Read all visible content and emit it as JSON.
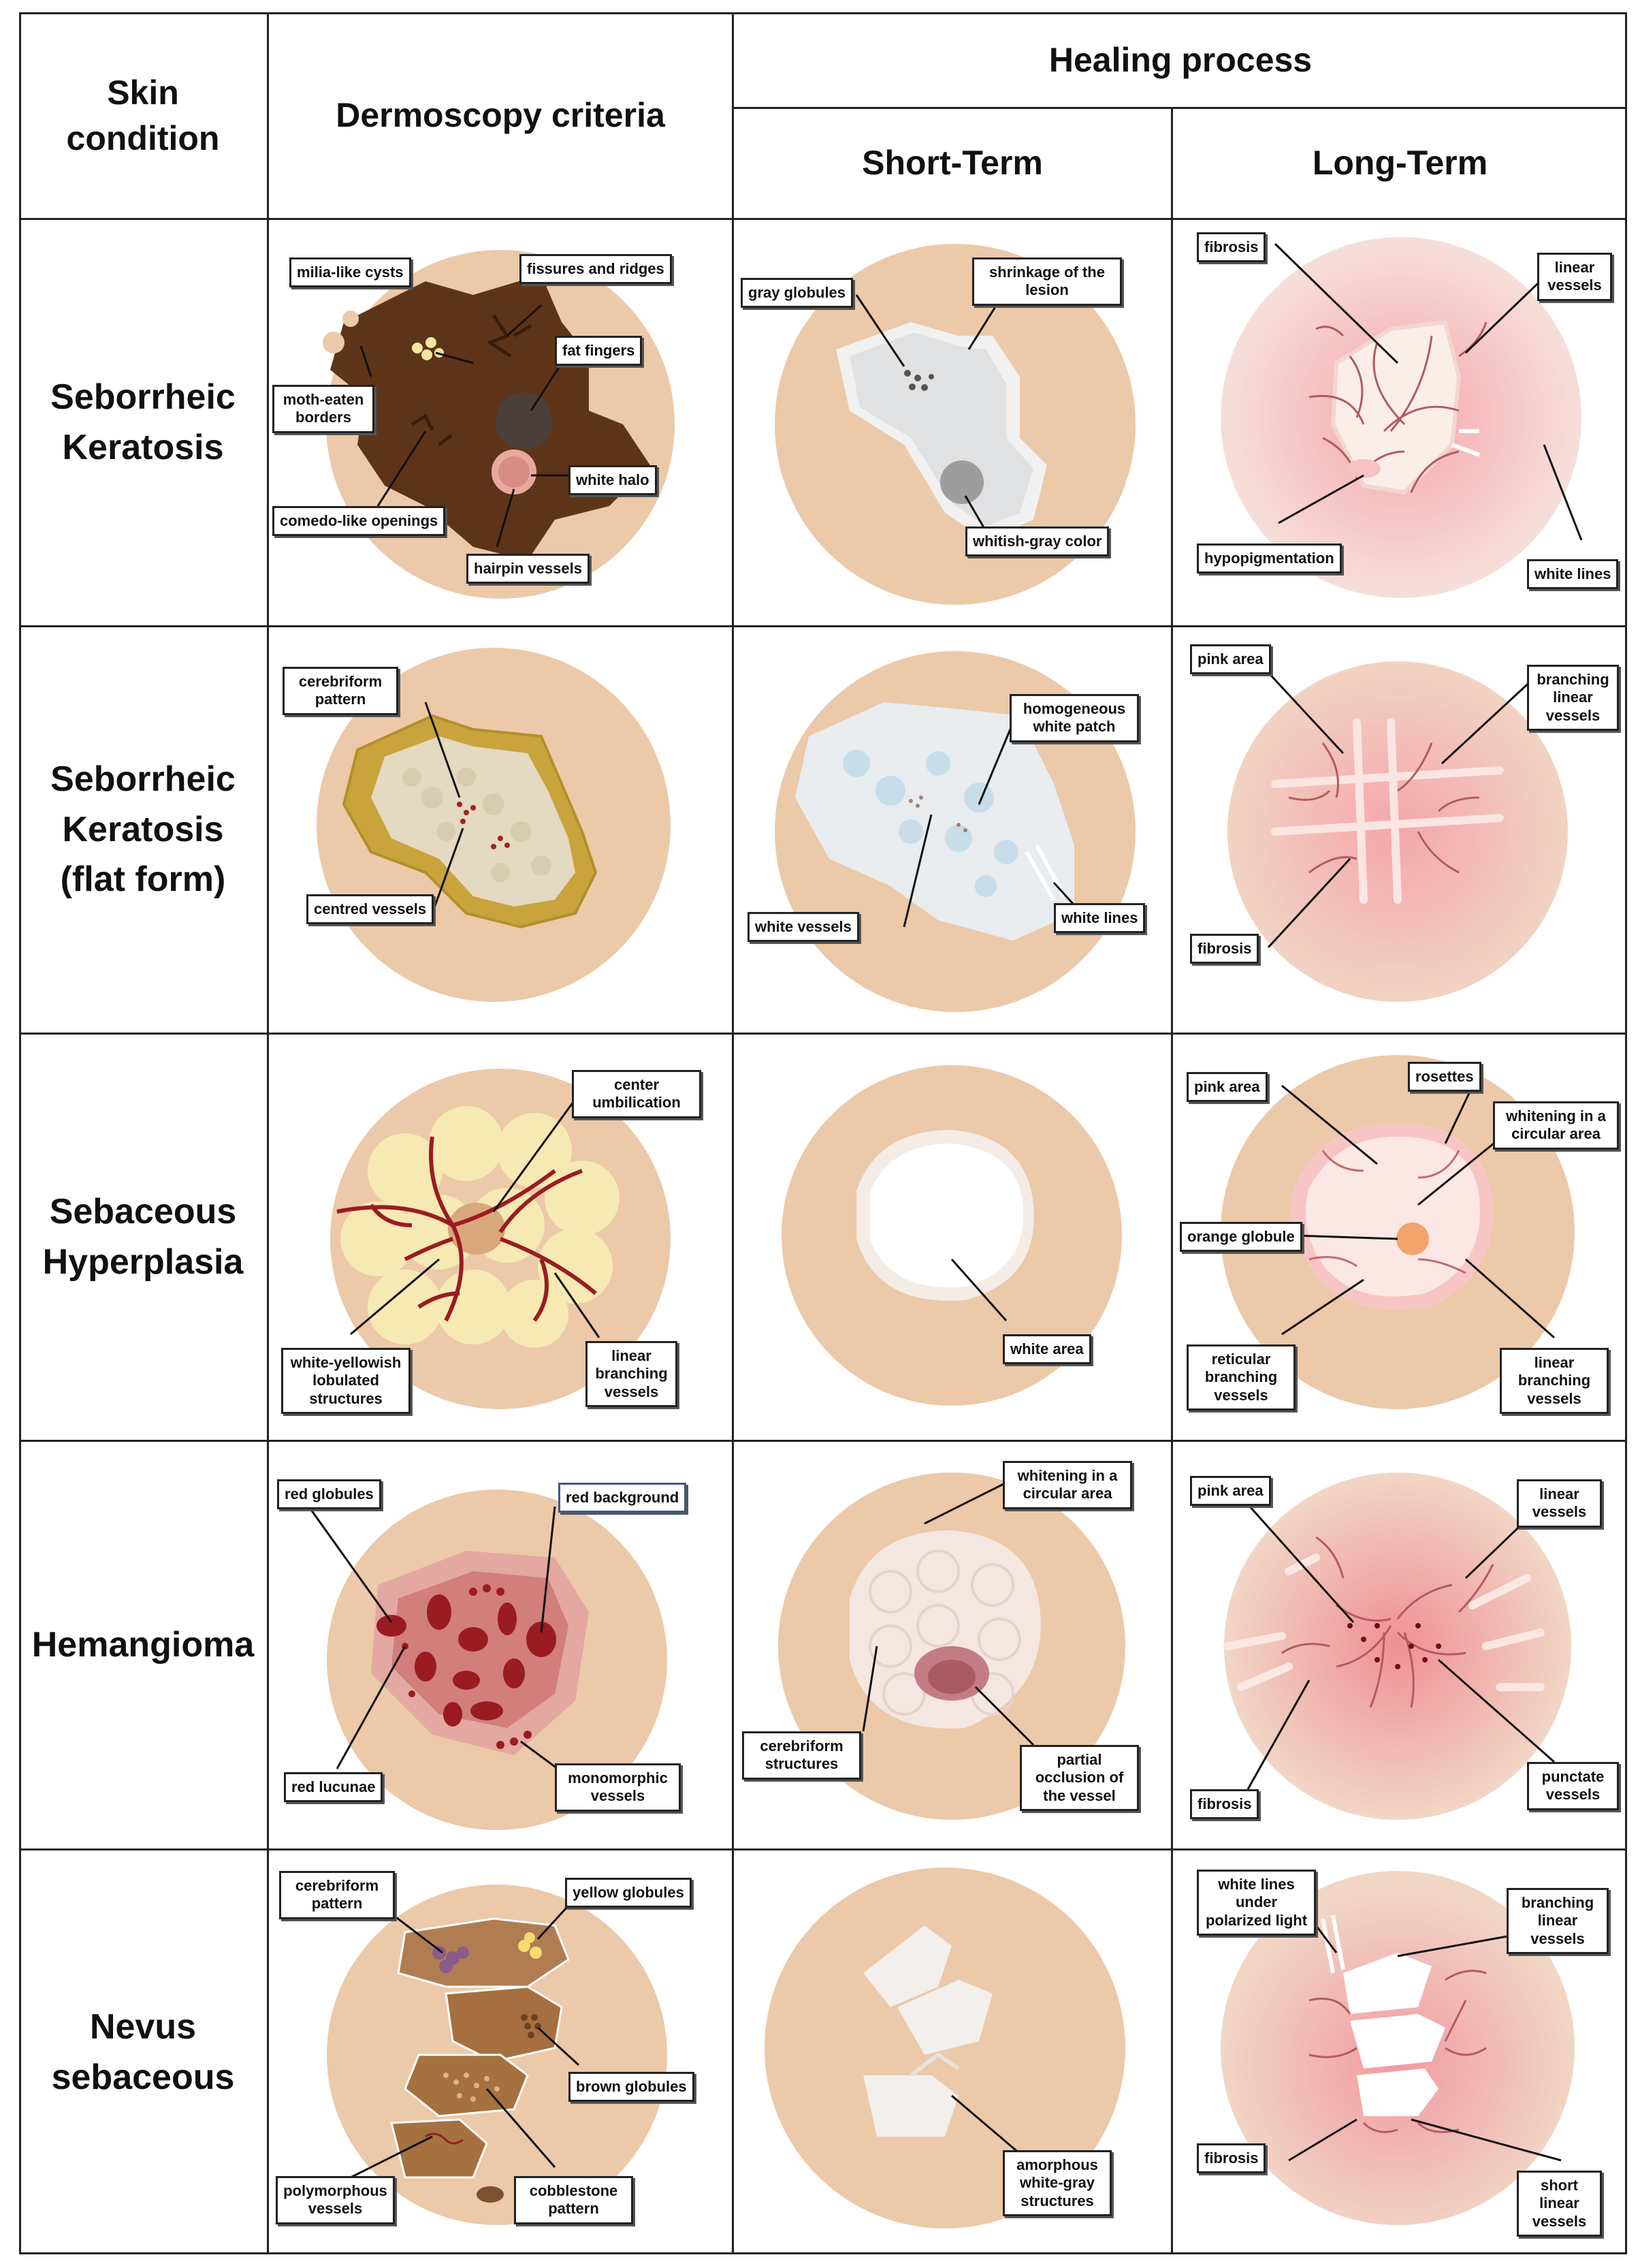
{
  "header": {
    "skin_condition": "Skin condition",
    "dermoscopy": "Dermoscopy criteria",
    "healing": "Healing process",
    "short_term": "Short-Term",
    "long_term": "Long-Term"
  },
  "colors": {
    "skin": "#ecc9a8",
    "border": "#222222",
    "vessel": "#9b1b22",
    "pink": "#f2a0a4"
  },
  "rows": [
    {
      "condition": "Seborrheic Keratosis",
      "dermoscopy": [
        "milia-like cysts",
        "fissures and ridges",
        "moth-eaten borders",
        "fat fingers",
        "white halo",
        "comedo-like openings",
        "hairpin vessels"
      ],
      "short_term": [
        "gray globules",
        "shrinkage of the lesion",
        "whitish-gray color"
      ],
      "long_term": [
        "fibrosis",
        "linear vessels",
        "hypopigmentation",
        "white lines"
      ]
    },
    {
      "condition": "Seborrheic Keratosis (flat form)",
      "dermoscopy": [
        "cerebriform pattern",
        "centred vessels"
      ],
      "short_term": [
        "homogeneous white patch",
        "white vessels",
        "white lines"
      ],
      "long_term": [
        "pink area",
        "branching linear vessels",
        "fibrosis"
      ]
    },
    {
      "condition": "Sebaceous Hyperplasia",
      "dermoscopy": [
        "center umbilication",
        "white-yellowish lobulated structures",
        "linear branching vessels"
      ],
      "short_term": [
        "white area"
      ],
      "long_term": [
        "pink area",
        "rosettes",
        "whitening in a circular area",
        "orange globule",
        "reticular branching vessels",
        "linear branching vessels"
      ]
    },
    {
      "condition": "Hemangioma",
      "dermoscopy": [
        "red globules",
        "red background",
        "red lucunae",
        "monomorphic vessels"
      ],
      "short_term": [
        "whitening in a circular area",
        "cerebriform structures",
        "partial occlusion of the vessel"
      ],
      "long_term": [
        "pink area",
        "linear vessels",
        "fibrosis",
        "punctate vessels"
      ]
    },
    {
      "condition": "Nevus sebaceous",
      "dermoscopy": [
        "cerebriform pattern",
        "yellow globules",
        "brown globules",
        "polymorphous vessels",
        "cobblestone pattern"
      ],
      "short_term": [
        "amorphous white-gray structures"
      ],
      "long_term": [
        "white lines under polarized light",
        "branching linear vessels",
        "fibrosis",
        "short linear vessels"
      ]
    }
  ]
}
